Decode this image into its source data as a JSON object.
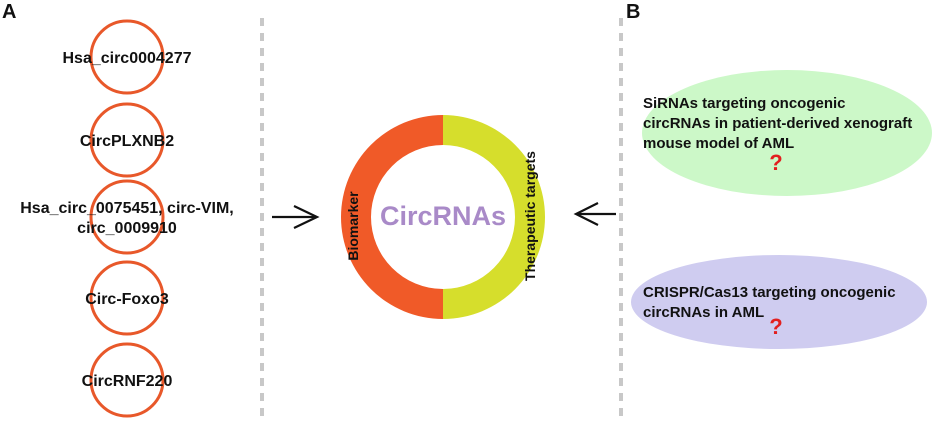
{
  "panels": {
    "a_label": "A",
    "b_label": "B"
  },
  "left_panel": {
    "items": [
      {
        "lines": [
          "Hsa_circ0004277"
        ]
      },
      {
        "lines": [
          "CircPLXNB2"
        ]
      },
      {
        "lines": [
          "Hsa_circ_0075451, circ-VIM,",
          "circ_0009910"
        ]
      },
      {
        "lines": [
          "Circ-Foxo3"
        ]
      },
      {
        "lines": [
          "CircRNF220"
        ]
      }
    ]
  },
  "center": {
    "title": "CircRNAs",
    "left_half_label": "Biomarker",
    "right_half_label": "Therapeutic targets"
  },
  "right_panel": {
    "ellipses": [
      {
        "lines": [
          "SiRNAs targeting oncogenic",
          "circRNAs in patient-derived xenograft",
          "mouse model of AML"
        ],
        "mark": "?"
      },
      {
        "lines": [
          "CRISPR/Cas13 targeting oncogenic",
          "circRNAs in AML"
        ],
        "mark": "?"
      }
    ]
  },
  "colors": {
    "circle_stroke": "#E8582A",
    "ring_left": "#F05A28",
    "ring_right": "#D6DE2C",
    "title": "#A98AC8",
    "ellipse_green": "#CCF8C8",
    "ellipse_purple": "#CFCCF0",
    "question_mark": "#E21F1F",
    "divider": "#C8C8C8",
    "arrow": "#111111"
  }
}
